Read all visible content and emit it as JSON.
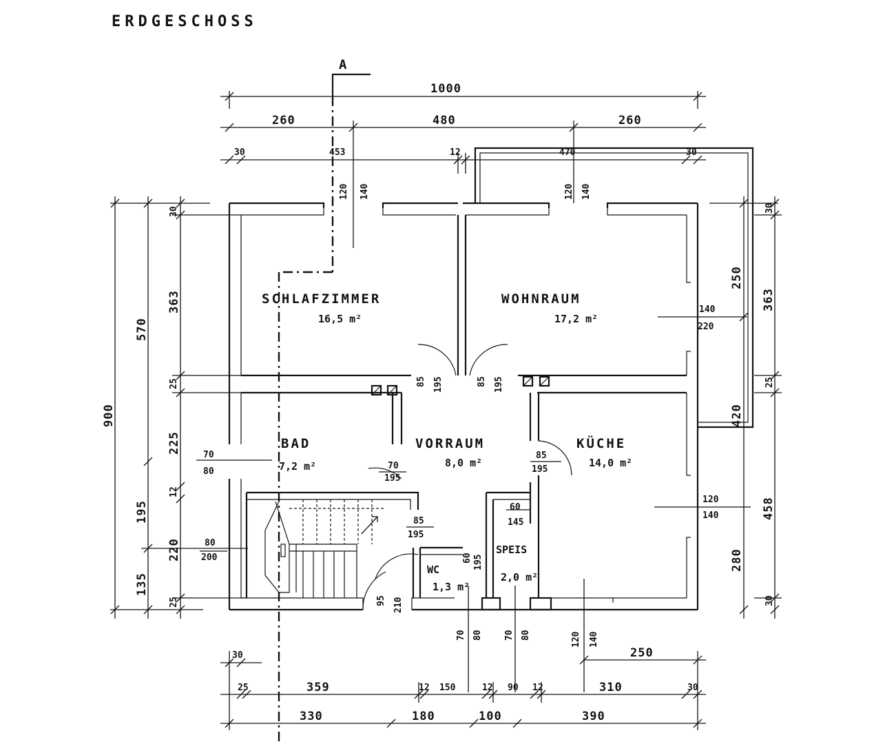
{
  "title": "ERDGESCHOSS",
  "section_marker": "A",
  "rooms": {
    "schlafzimmer": {
      "name": "SCHLAFZIMMER",
      "area": "16,5 m²"
    },
    "wohnraum": {
      "name": "WOHNRAUM",
      "area": "17,2 m²"
    },
    "bad": {
      "name": "BAD",
      "area": "7,2 m²"
    },
    "vorraum": {
      "name": "VORRAUM",
      "area": "8,0 m²"
    },
    "kueche": {
      "name": "KÜCHE",
      "area": "14,0 m²"
    },
    "wc": {
      "name": "WC",
      "area": "1,3 m²"
    },
    "speis": {
      "name": "SPEIS",
      "area": "2,0 m²"
    }
  },
  "dims": {
    "top_total": "1000",
    "top_260a": "260",
    "top_480": "480",
    "top_260b": "260",
    "top_30a": "30",
    "top_453": "453",
    "top_12": "12",
    "top_470": "470",
    "top_30b": "30",
    "left_900": "900",
    "left_570": "570",
    "left_30": "30",
    "left_363": "363",
    "left_25a": "25",
    "left_225": "225",
    "left_195": "195",
    "left_12": "12",
    "left_220": "220",
    "left_135": "135",
    "left_25b": "25",
    "right_30": "30",
    "right_250": "250",
    "right_363": "363",
    "right_25": "25",
    "right_420": "420",
    "right_458": "458",
    "right_280": "280",
    "right_30b": "30",
    "bot_30": "30",
    "bot_25": "25",
    "bot_359": "359",
    "bot_12a": "12",
    "bot_150": "150",
    "bot_12b": "12",
    "bot_90": "90",
    "bot_12c": "12",
    "bot_310": "310",
    "bot_30b": "30",
    "bot_250": "250",
    "bot_330": "330",
    "bot_180": "180",
    "bot_100": "100",
    "bot_390": "390"
  },
  "openings": {
    "sz_w_top": "120",
    "sz_w_bot": "140",
    "wr_w_top": "120",
    "wr_w_bot": "140",
    "wr_r_top": "140",
    "wr_r_bot": "220",
    "door_sz_a": "85",
    "door_sz_b": "195",
    "door_wr_a": "85",
    "door_wr_b": "195",
    "bad_w_top": "70",
    "bad_w_bot": "80",
    "bad_d_top": "70",
    "bad_d_bot": "195",
    "kue_d_top": "85",
    "kue_d_bot": "195",
    "kue_w_top": "120",
    "kue_w_bot": "140",
    "st_d_top": "85",
    "st_d_bot": "195",
    "st_w_top": "80",
    "st_w_bot": "200",
    "ent_a": "95",
    "ent_b": "210",
    "wc_d_a": "60",
    "wc_d_b": "195",
    "sp_w_a": "60",
    "sp_w_b": "145",
    "wc_w_a": "70",
    "wc_w_b": "80",
    "sp_w2_a": "70",
    "sp_w2_b": "80",
    "kue_w2_a": "120",
    "kue_w2_b": "140"
  }
}
